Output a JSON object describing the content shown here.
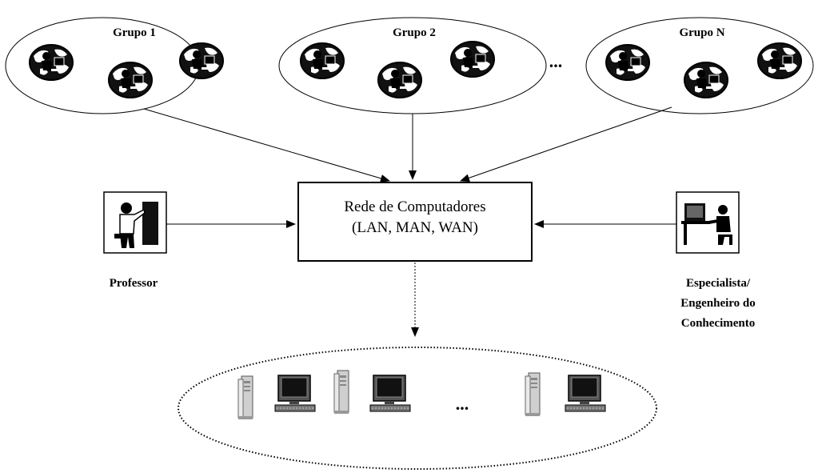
{
  "groups": [
    {
      "label": "Grupo 1"
    },
    {
      "label": "Grupo 2"
    },
    {
      "label": "Grupo N"
    }
  ],
  "group_ellipsis": "...",
  "network": {
    "line1": "Rede de Computadores",
    "line2": "(LAN, MAN, WAN)"
  },
  "professor": {
    "label": "Professor",
    "icon": "teacher-icon"
  },
  "specialist": {
    "line1": "Especialista/",
    "line2": "Engenheiro do",
    "line3": "Conhecimento",
    "icon": "computer-user-icon"
  },
  "bottom_ellipsis": "...",
  "icons": {
    "group_member": "person-at-computer-globe-icon",
    "server": "server-tower-icon",
    "workstation": "monitor-keyboard-icon"
  },
  "colors": {
    "line": "#000000",
    "server_fill": "#d8d8d8",
    "monitor_screen": "#1a1a1a"
  }
}
